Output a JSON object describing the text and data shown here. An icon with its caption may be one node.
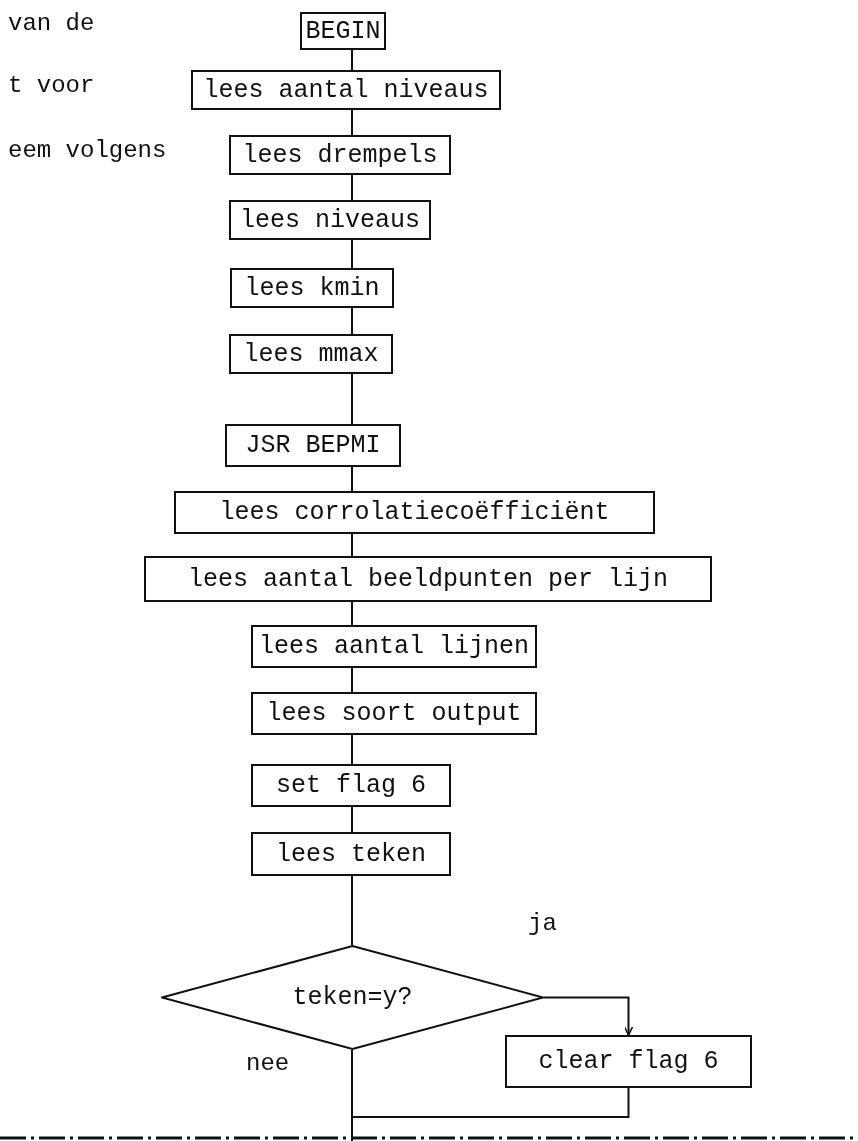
{
  "diagram": {
    "nodes": [
      {
        "text": [
          "BEGIN"
        ]
      },
      {
        "text": [
          "lees aantal niveaus"
        ]
      },
      {
        "text": [
          "lees drempels"
        ]
      },
      {
        "text": [
          "lees niveaus"
        ]
      },
      {
        "text": [
          "lees kmin"
        ]
      },
      {
        "text": [
          "lees mmax"
        ]
      },
      {
        "text": [
          "JSR BEPMI"
        ]
      },
      {
        "text": [
          "lees corrolatiecoëfficiënt"
        ]
      },
      {
        "text": [
          "lees aantal beeldpunten per lijn"
        ]
      },
      {
        "text": [
          "lees aantal lijnen"
        ]
      },
      {
        "text": [
          "lees soort output"
        ]
      },
      {
        "text": [
          "set flag 6"
        ]
      },
      {
        "text": [
          "lees teken"
        ]
      },
      {
        "text": [
          "teken=y?"
        ]
      },
      {
        "text": [
          "clear flag 6"
        ]
      }
    ],
    "edges": [
      {
        "from": 0,
        "to": 1,
        "arrow": "none"
      },
      {
        "from": 1,
        "to": 2,
        "arrow": "none"
      },
      {
        "from": 2,
        "to": 3,
        "arrow": "none"
      },
      {
        "from": 3,
        "to": 4,
        "arrow": "none"
      },
      {
        "from": 4,
        "to": 5,
        "arrow": "none"
      },
      {
        "from": 5,
        "to": 6,
        "arrow": "none"
      },
      {
        "from": 6,
        "to": 7,
        "arrow": "none"
      },
      {
        "from": 7,
        "to": 8,
        "arrow": "none"
      },
      {
        "from": 8,
        "to": 9,
        "arrow": "none"
      },
      {
        "from": 9,
        "to": 10,
        "arrow": "none"
      },
      {
        "from": 10,
        "to": 11,
        "arrow": "none"
      },
      {
        "from": 11,
        "to": 12,
        "arrow": "none"
      },
      {
        "from": 12,
        "to": 13,
        "arrow": "none"
      },
      {
        "from": 13,
        "to": 14,
        "arrow": "to",
        "label": "ja"
      },
      {
        "from": 13,
        "to": null,
        "arrow": "none",
        "label": "nee"
      },
      {
        "from": 14,
        "to": null,
        "arrow": "none"
      }
    ],
    "labels": [
      "van de",
      "t voor",
      "eem volgens"
    ]
  }
}
